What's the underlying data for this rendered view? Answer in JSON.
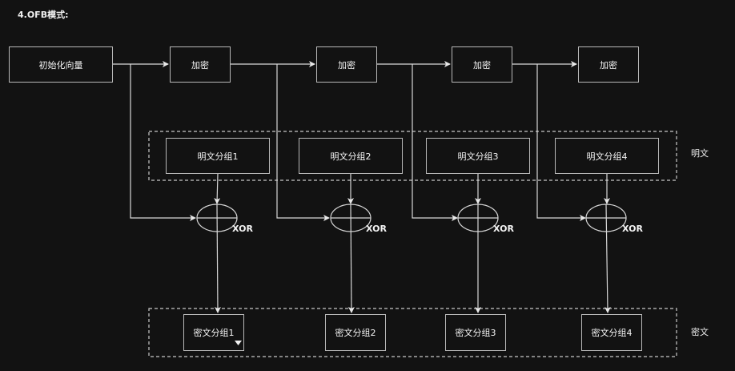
{
  "title": "4.OFB模式:",
  "iv_box": {
    "label": "初始化向量"
  },
  "encrypt_boxes": [
    {
      "label": "加密"
    },
    {
      "label": "加密"
    },
    {
      "label": "加密"
    },
    {
      "label": "加密"
    }
  ],
  "plaintext_group": {
    "label": "明文",
    "blocks": [
      {
        "label": "明文分组1"
      },
      {
        "label": "明文分组2"
      },
      {
        "label": "明文分组3"
      },
      {
        "label": "明文分组4"
      }
    ]
  },
  "xor_nodes": [
    {
      "label": "XOR"
    },
    {
      "label": "XOR"
    },
    {
      "label": "XOR"
    },
    {
      "label": "XOR"
    }
  ],
  "ciphertext_group": {
    "label": "密文",
    "blocks": [
      {
        "label": "密文分组1"
      },
      {
        "label": "密文分组2"
      },
      {
        "label": "密文分组3"
      },
      {
        "label": "密文分组4"
      }
    ]
  },
  "colors": {
    "background": "#121212",
    "stroke": "#b8b8b8",
    "text": "#f0f0f0"
  }
}
